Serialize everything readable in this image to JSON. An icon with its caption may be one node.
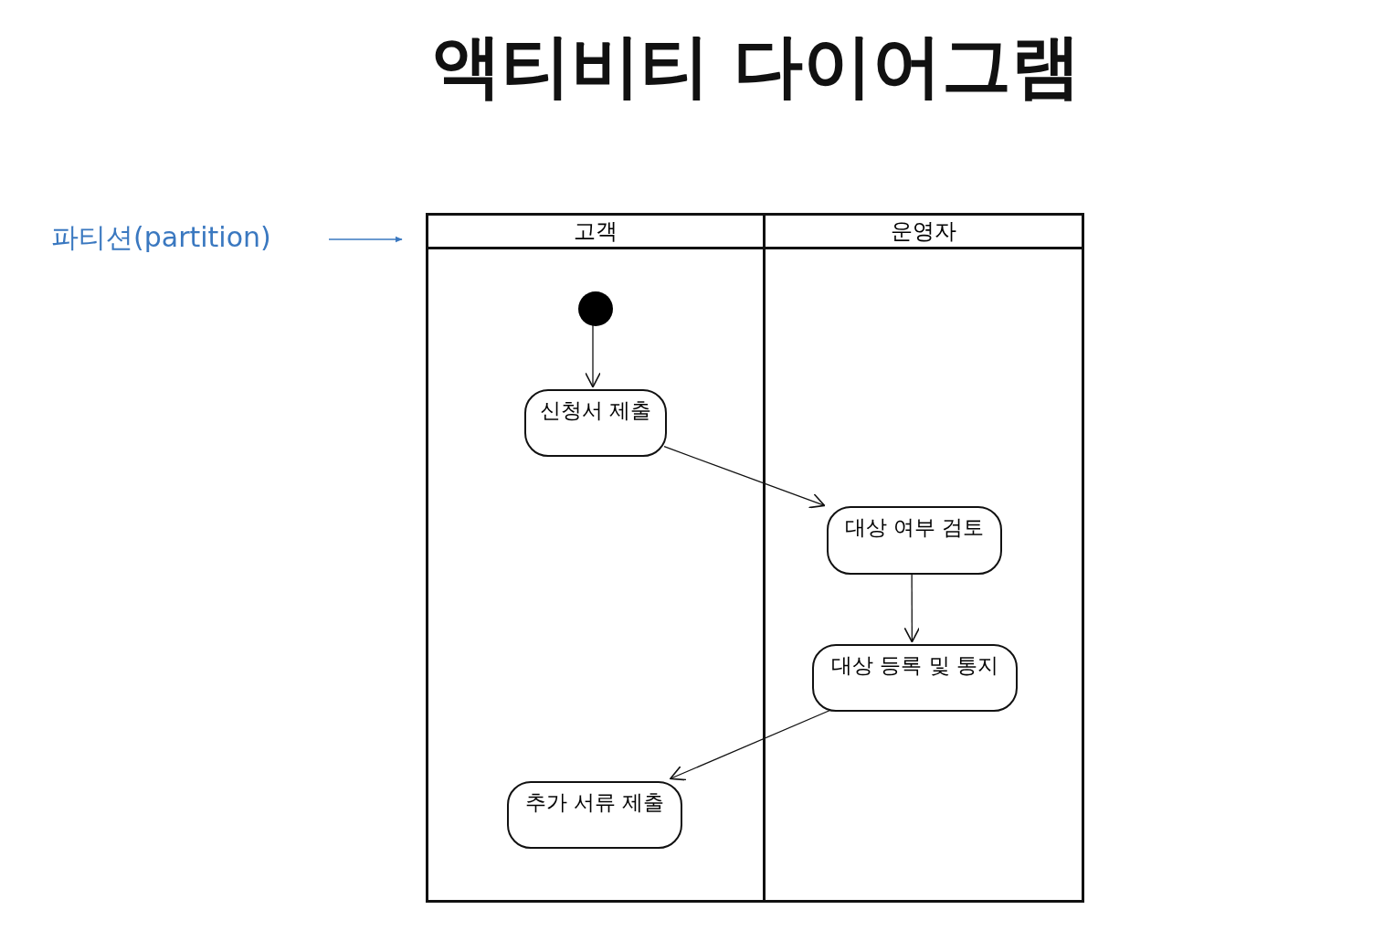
{
  "diagram": {
    "title": "액티비티 다이어그램",
    "nodes": [
      {
        "text": [
          "파티션(partition)"
        ]
      },
      {
        "text": [
          "고객"
        ]
      },
      {
        "text": [
          "운영자"
        ]
      },
      {
        "text": [],
        "shape": "circle",
        "in": 1
      },
      {
        "text": [
          "신청서 제출"
        ],
        "in": 1
      },
      {
        "text": [
          "대상 여부 검토"
        ],
        "in": 2
      },
      {
        "text": [
          "대상 등록 및 통지"
        ],
        "in": 2
      },
      {
        "text": [
          "추가 서류 제출"
        ],
        "in": 1
      }
    ],
    "edges": [
      {
        "from": 0,
        "to": 1,
        "arrow": "to",
        "color": "#3a78c0"
      },
      {
        "from": 3,
        "to": 4,
        "arrow": "to"
      },
      {
        "from": 4,
        "to": 5,
        "arrow": "to"
      },
      {
        "from": 5,
        "to": 6,
        "arrow": "to"
      },
      {
        "from": 6,
        "to": 7,
        "arrow": "to"
      }
    ]
  }
}
